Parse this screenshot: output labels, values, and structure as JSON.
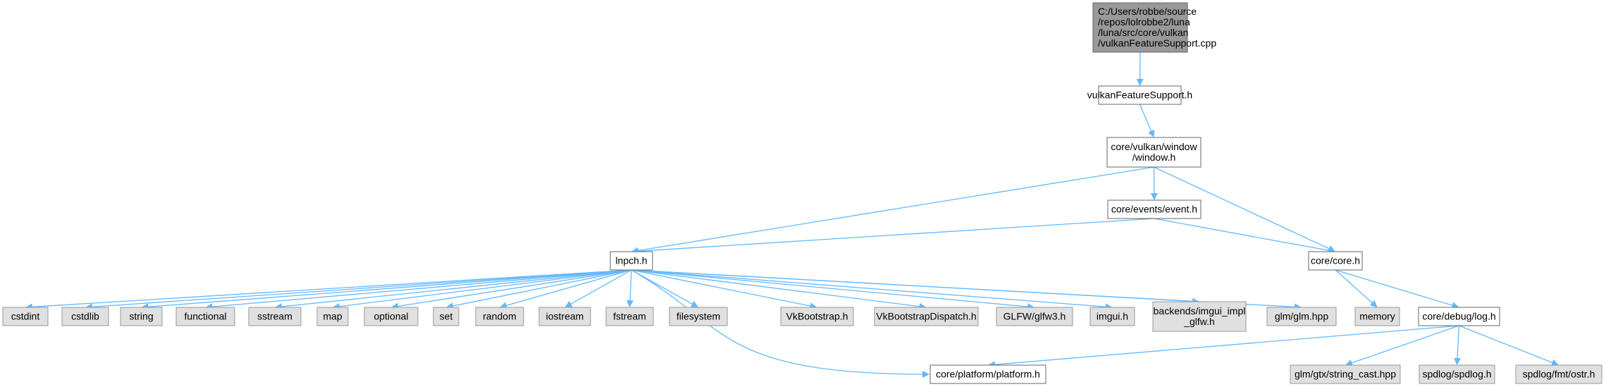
{
  "colors": {
    "root_fill": "#999999",
    "node_fill": "#ffffff",
    "external_fill": "#e0e0e0",
    "border": "#666666",
    "external_border": "#999999",
    "edge": "#63b8ff"
  },
  "nodes": {
    "root": [
      "C:/Users/robbe/source",
      "/repos/lolrobbe2/luna",
      "/luna/src/core/vulkan",
      "/vulkanFeatureSupport.cpp"
    ],
    "vfs_h": [
      "vulkanFeatureSupport.h"
    ],
    "window_h": [
      "core/vulkan/window",
      "/window.h"
    ],
    "event_h": [
      "core/events/event.h"
    ],
    "lnpch_h": [
      "lnpch.h"
    ],
    "core_h": [
      "core/core.h"
    ],
    "memory": [
      "memory"
    ],
    "log_h": [
      "core/debug/log.h"
    ],
    "cstdint": [
      "cstdint"
    ],
    "cstdlib": [
      "cstdlib"
    ],
    "string": [
      "string"
    ],
    "functional": [
      "functional"
    ],
    "sstream": [
      "sstream"
    ],
    "map": [
      "map"
    ],
    "optional": [
      "optional"
    ],
    "set": [
      "set"
    ],
    "random": [
      "random"
    ],
    "iostream": [
      "iostream"
    ],
    "fstream": [
      "fstream"
    ],
    "filesystem": [
      "filesystem"
    ],
    "vkbootstrap": [
      "VkBootstrap.h"
    ],
    "vkbootstrap_dispatch": [
      "VkBootstrapDispatch.h"
    ],
    "glfw3": [
      "GLFW/glfw3.h"
    ],
    "imgui": [
      "imgui.h"
    ],
    "imgui_impl": [
      "backends/imgui_impl",
      "_glfw.h"
    ],
    "glm": [
      "glm/glm.hpp"
    ],
    "platform_h": [
      "core/platform/platform.h"
    ],
    "string_cast": [
      "glm/gtx/string_cast.hpp"
    ],
    "spdlog": [
      "spdlog/spdlog.h"
    ],
    "ostr": [
      "spdlog/fmt/ostr.h"
    ]
  }
}
